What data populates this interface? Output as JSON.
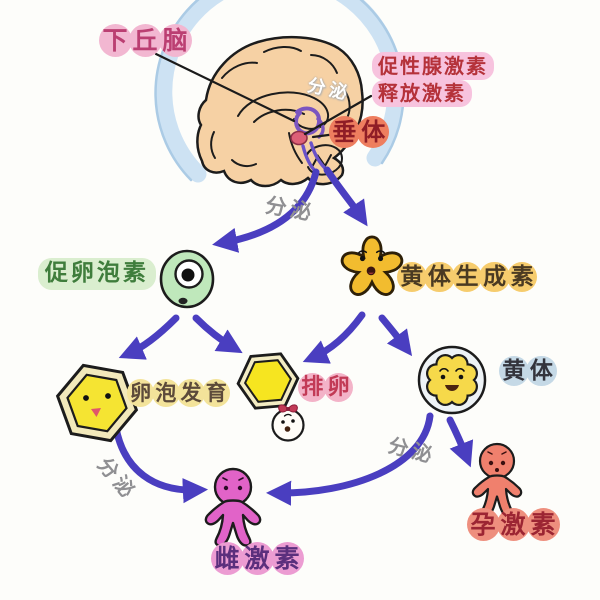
{
  "nodes": {
    "hypothalamus": "下丘脑",
    "gnrh_line1": "促性腺激素",
    "gnrh_line2": "释放激素",
    "pituitary": "垂体",
    "fsh": "促卵泡素",
    "lh": "黄体生成素",
    "follicle_development": "卵泡发育",
    "ovulation": "排卵",
    "corpus_luteum": "黄体",
    "estrogen": "雌激素",
    "progesterone": "孕激素"
  },
  "edge_labels": {
    "brain_secretion": "分泌",
    "pituitary_secretion": "分泌",
    "follicle_secretion": "分泌",
    "luteum_secretion": "分泌"
  },
  "icons": {
    "brain": "brain-side-view",
    "fsh": "green-blob-with-big-eye",
    "lh": "yellow-flower-with-face",
    "follicle": "yellow-hexagon-with-face",
    "ovulation_follicle": "yellow-hexagon",
    "egg": "white-egg-with-bow",
    "corpus_luteum": "yellow-scalloped-ball-in-circle",
    "estrogen": "pink-person-figure",
    "progesterone": "red-person-figure"
  },
  "colors": {
    "arrow": "#4a3ec0",
    "hypothalamus_bubble": "#f2b7d1",
    "gnrh_highlight": "#f7c3de",
    "pituitary_bubble": "#ee7e5f",
    "fsh_highlight": "#daeecf",
    "lh_bubble": "#f6cc6d",
    "follicle_bubble": "#f3e39a",
    "ovulation_bubble": "#f3b3c8",
    "luteum_bubble": "#c5d9e6",
    "estrogen_bubble": "#ec9cd2",
    "progesterone_bubble": "#ee8f7e",
    "secretion_text": "#8f8f92",
    "brain_fill": "#f6d1a4",
    "head_band": "#cde2f3"
  }
}
